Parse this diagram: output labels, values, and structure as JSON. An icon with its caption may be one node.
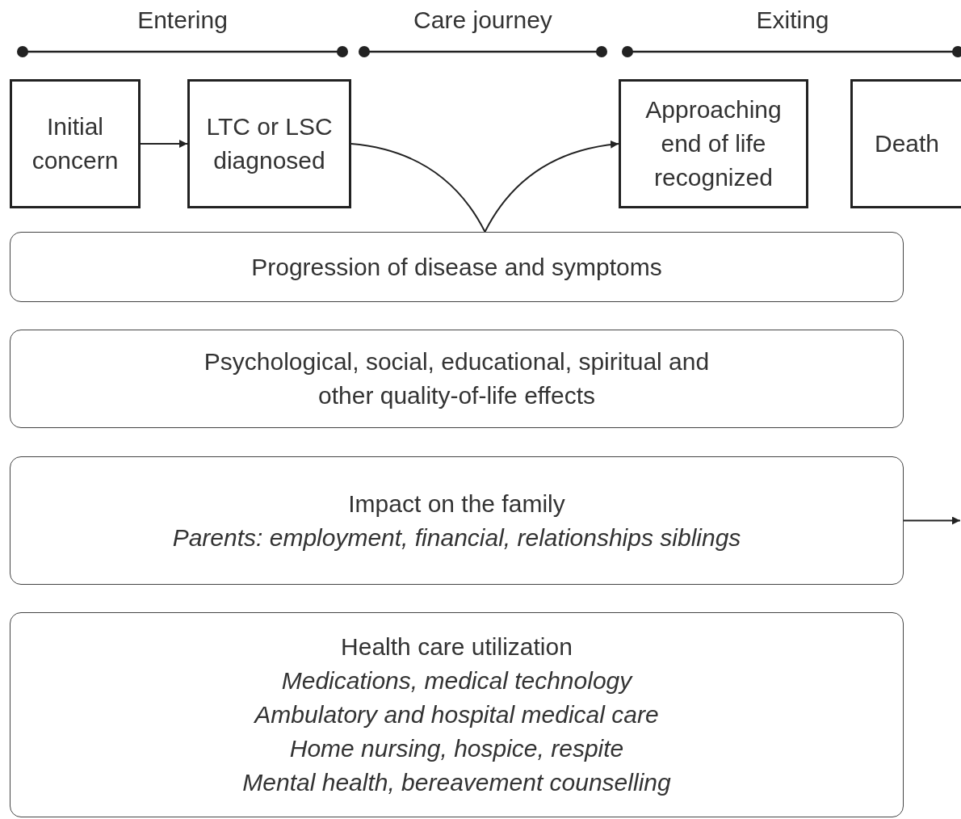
{
  "diagram": {
    "nodes": [
      {
        "text": [
          "Initial concern"
        ]
      },
      {
        "text": [
          "LTC or LSC diagnosed"
        ]
      },
      {
        "text": [
          "Approaching end of life recognized"
        ]
      },
      {
        "text": [
          "Death"
        ]
      },
      {
        "text": [
          "Progression of disease and symptoms"
        ]
      },
      {
        "text": [
          "Psychological, social, educational, spiritual and other quality-of-life effects"
        ]
      },
      {
        "text": [
          "Impact on the family",
          "Parents: employment, financial, relationships siblings"
        ]
      },
      {
        "text": [
          "Health care utilization",
          "Medications, medical technology",
          "Ambulatory and hospital medical care",
          "Home nursing, hospice, respite",
          "Mental health, bereavement counselling"
        ]
      }
    ],
    "edges": [
      {
        "from": 0,
        "to": 1,
        "arrow": "to"
      },
      {
        "from": 1,
        "to": 2,
        "arrow": "to"
      },
      {
        "from": 6,
        "to": null,
        "arrow": "to"
      }
    ],
    "labels": [
      "Entering",
      "Care journey",
      "Exiting"
    ]
  }
}
